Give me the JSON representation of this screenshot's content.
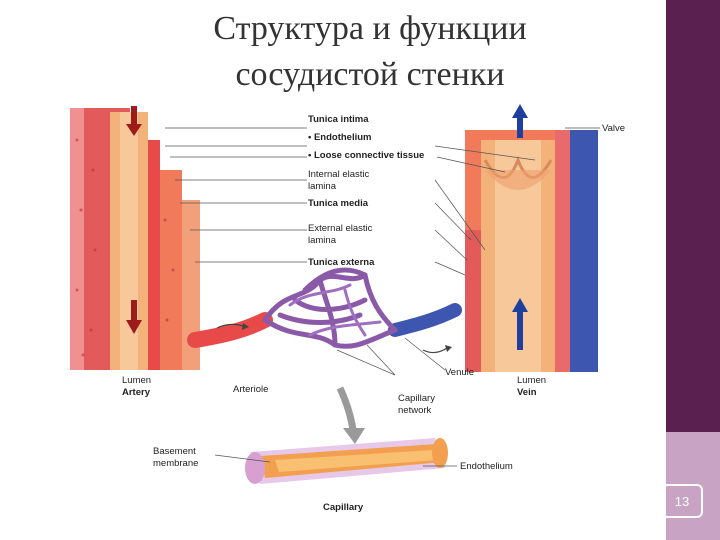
{
  "slide": {
    "title_line1": "Структура и функции",
    "title_line2": "сосудистой стенки",
    "page_number": "13"
  },
  "figure": {
    "labels": {
      "tunica_intima": "Tunica intima",
      "endothelium": "• Endothelium",
      "loose_connective": "• Loose connective tissue",
      "internal_elastic_1": "Internal elastic",
      "internal_elastic_2": "lamina",
      "tunica_media": "Tunica media",
      "external_elastic_1": "External elastic",
      "external_elastic_2": "lamina",
      "tunica_externa": "Tunica externa",
      "valve": "Valve",
      "lumen_artery": "Lumen",
      "artery": "Artery",
      "arteriole": "Arteriole",
      "venule": "Venule",
      "lumen_vein": "Lumen",
      "vein": "Vein",
      "capillary_network_1": "Capillary",
      "capillary_network_2": "network",
      "basement_membrane_1": "Basement",
      "basement_membrane_2": "membrane",
      "endothelium_capillary": "Endothelium",
      "capillary": "Capillary"
    },
    "colors": {
      "artery_outer": "#e84a4a",
      "artery_media": "#f07a5a",
      "intima": "#f2b27a",
      "vein_outer": "#3d57b0",
      "capillary_purple": "#8a5aa8",
      "capillary_violet": "#a070c0",
      "arrow_dark_red": "#9e1b1b",
      "arrow_blue": "#1f3f9e",
      "gray_arrow": "#9a9a9a"
    }
  }
}
